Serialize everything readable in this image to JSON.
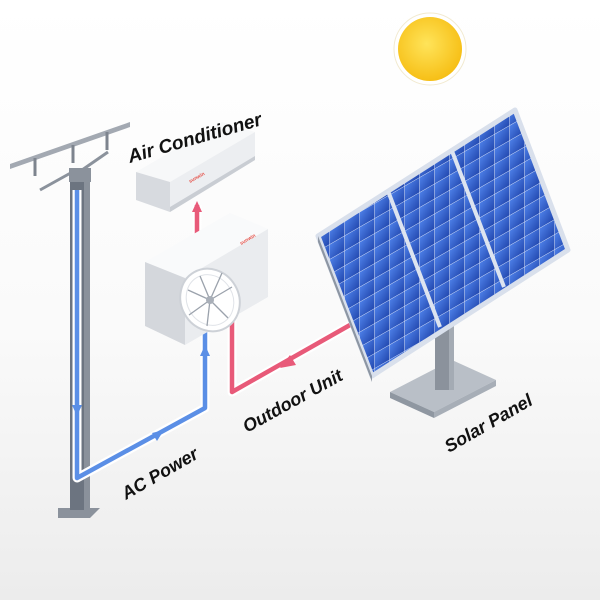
{
  "labels": {
    "air_conditioner": "Air Conditioner",
    "outdoor_unit": "Outdoor Unit",
    "solar_panel": "Solar Panel",
    "ac_power": "AC Power"
  },
  "brand": "sunwin",
  "colors": {
    "ac_flow": "#5b8fe6",
    "solar_flow": "#e85a79",
    "sun": "#fbd22a",
    "panel": "#2f59c8",
    "pole": "#6c7480",
    "unit": "#eeeff1"
  }
}
